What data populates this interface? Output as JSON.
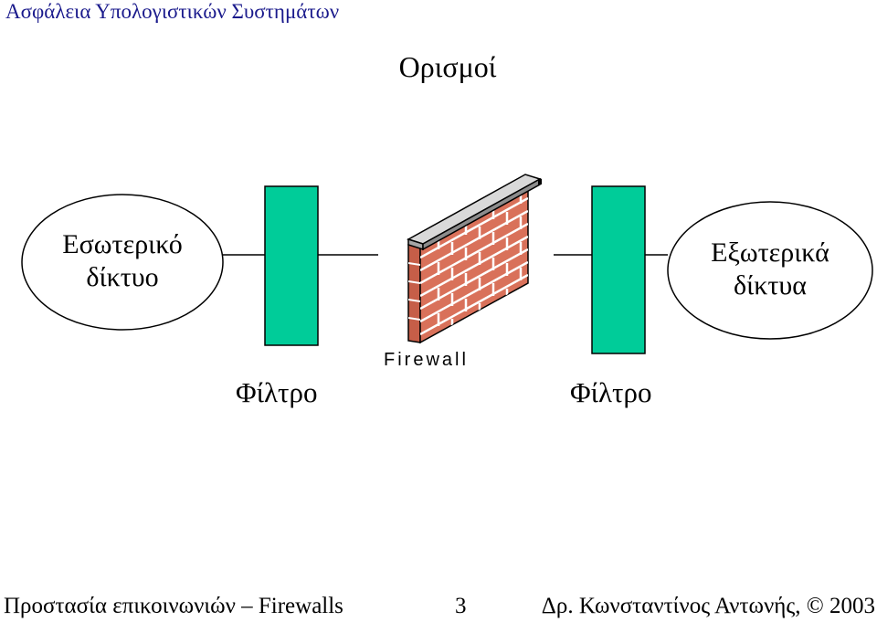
{
  "header": {
    "course_title": "Ασφάλεια Υπολογιστικών Συστημάτων"
  },
  "slide": {
    "title": "Ορισμοί"
  },
  "diagram": {
    "internal_network": {
      "line1": "Εσωτερικό",
      "line2": "δίκτυο"
    },
    "external_networks": {
      "line1": "Εξωτερικά",
      "line2": "δίκτυα"
    },
    "filter_left_label": "Φίλτρο",
    "filter_right_label": "Φίλτρο",
    "firewall_label": "Firewall",
    "colors": {
      "filter": "#00cc99",
      "brick": "#d9715a",
      "mortar": "#ffffff",
      "wall_cap": "#d9d9d9",
      "outline": "#000000"
    },
    "icons": [
      "brick-wall-icon"
    ]
  },
  "footer": {
    "left": "Προστασία επικοινωνιών – Firewalls",
    "page_number": "3",
    "right": "Δρ. Κωνσταντίνος Αντωνής, © 2003"
  }
}
